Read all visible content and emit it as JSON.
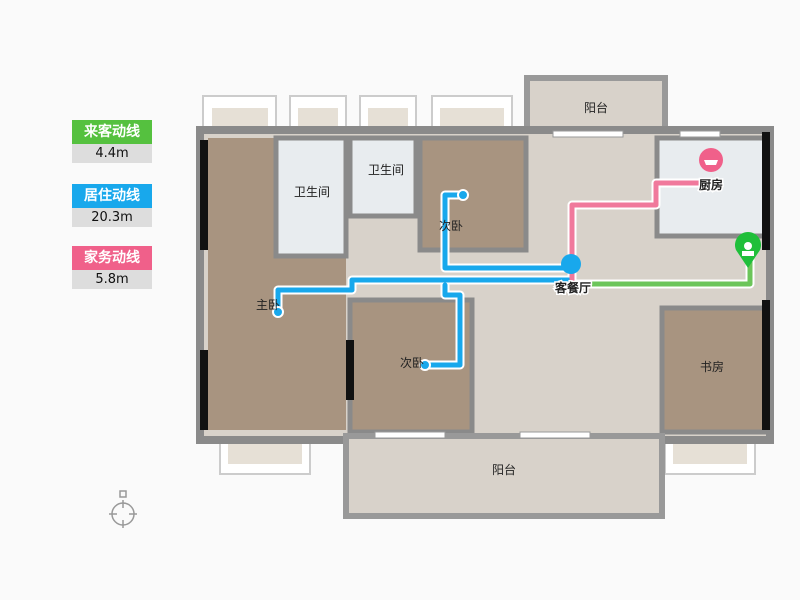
{
  "legend": [
    {
      "label": "来客动线",
      "value": "4.4m",
      "color": "#55c13f"
    },
    {
      "label": "居住动线",
      "value": "20.3m",
      "color": "#18a8ec"
    },
    {
      "label": "家务动线",
      "value": "5.8m",
      "color": "#f0608a"
    }
  ],
  "rooms": {
    "balcony_top": "阳台",
    "bath1": "卫生间",
    "bath2": "卫生间",
    "bedroom_top": "次卧",
    "master": "主卧",
    "living": "客餐厅",
    "kitchen": "厨房",
    "study": "书房",
    "bedroom_bottom": "次卧",
    "balcony_bottom": "阳台"
  },
  "colors": {
    "wood": "#a89480",
    "marble": "#e8ecef",
    "floor": "#d8d2ca",
    "wall": "#8a8a8a"
  }
}
